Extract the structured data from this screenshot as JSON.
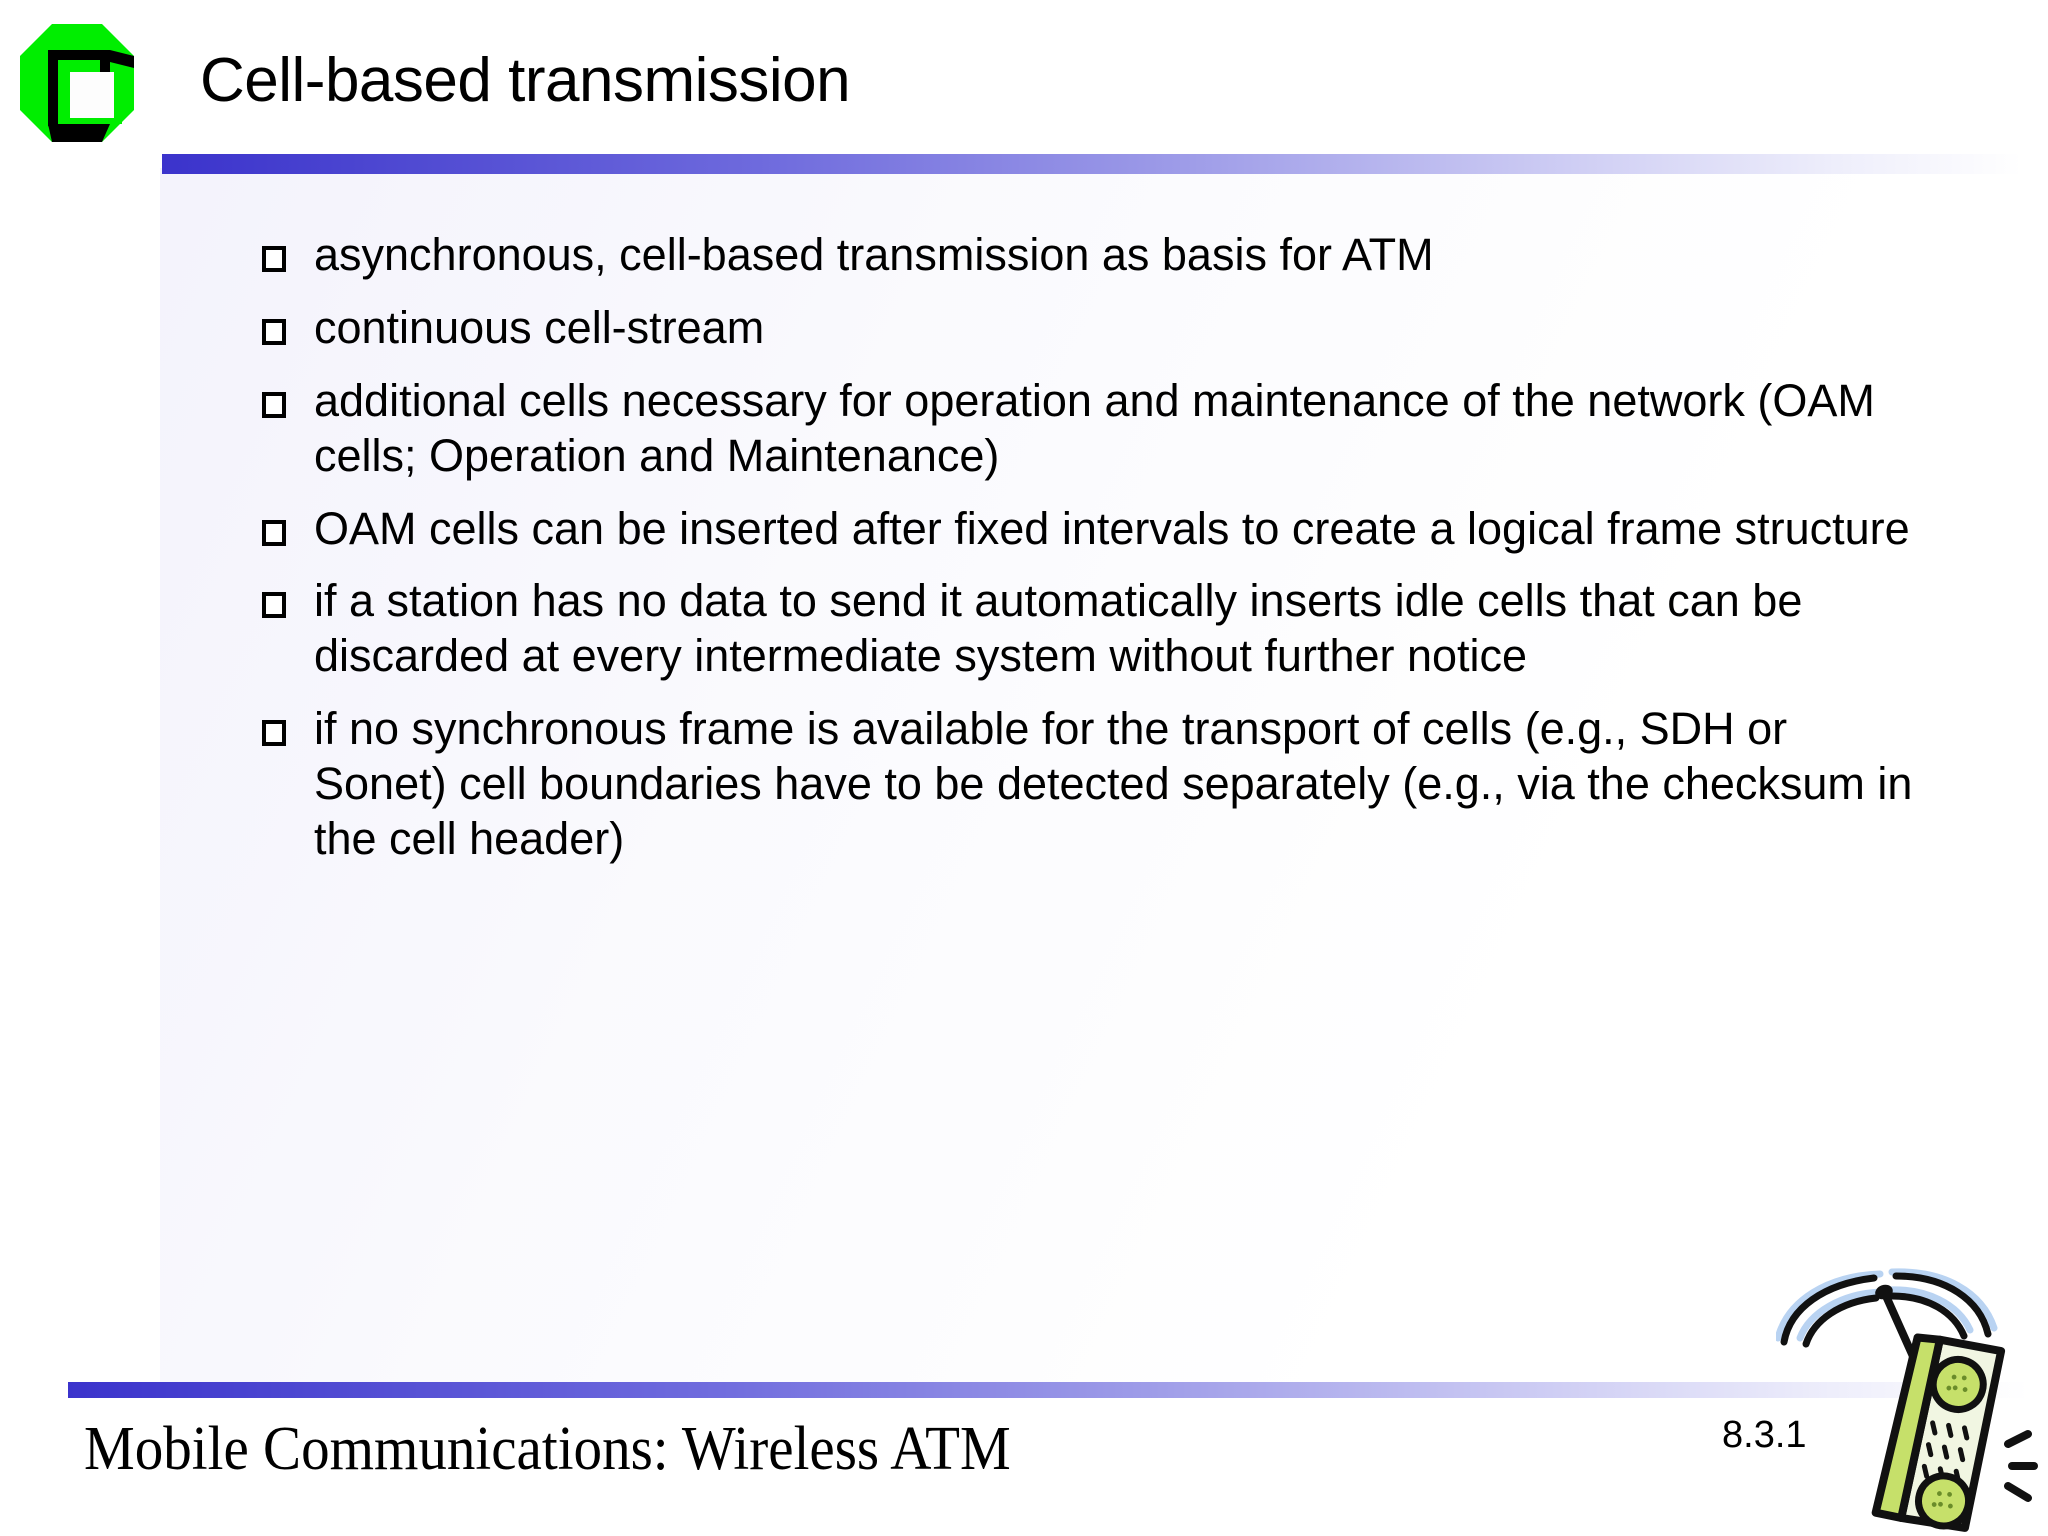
{
  "slide": {
    "title": "Cell-based transmission",
    "logo_icon": "octagon-logo-icon",
    "bullets": [
      {
        "marker": "hollow-square-bullet",
        "text": "asynchronous, cell-based transmission as basis for ATM"
      },
      {
        "marker": "hollow-square-bullet",
        "text": "continuous cell-stream"
      },
      {
        "marker": "hollow-square-bullet",
        "text": "additional cells necessary for operation and maintenance of the network (OAM cells; Operation and Maintenance)"
      },
      {
        "marker": "hollow-square-bullet",
        "text": "OAM cells can be inserted after fixed intervals to create a logical frame structure"
      },
      {
        "marker": "hollow-square-bullet",
        "text": "if a station has no data to send it automatically inserts idle cells that can be discarded at every intermediate system without further notice"
      },
      {
        "marker": "hollow-square-bullet",
        "text": "if no synchronous frame is available for the transport of cells (e.g., SDH or Sonet) cell boundaries have to be detected separately (e.g., via the checksum in the cell header)"
      }
    ]
  },
  "footer": {
    "course_title": "Mobile Communications: Wireless ATM",
    "page_number": "8.3.1",
    "decoration_icon": "cordless-phone-with-radio-waves-icon"
  },
  "colors": {
    "rule_start": "#3b33cc",
    "rule_end": "#ffffff",
    "logo_green": "#00ee00",
    "logo_black": "#000000",
    "text": "#000000",
    "phone_body": "#c6e06a",
    "phone_wave": "#b9d3f2"
  }
}
